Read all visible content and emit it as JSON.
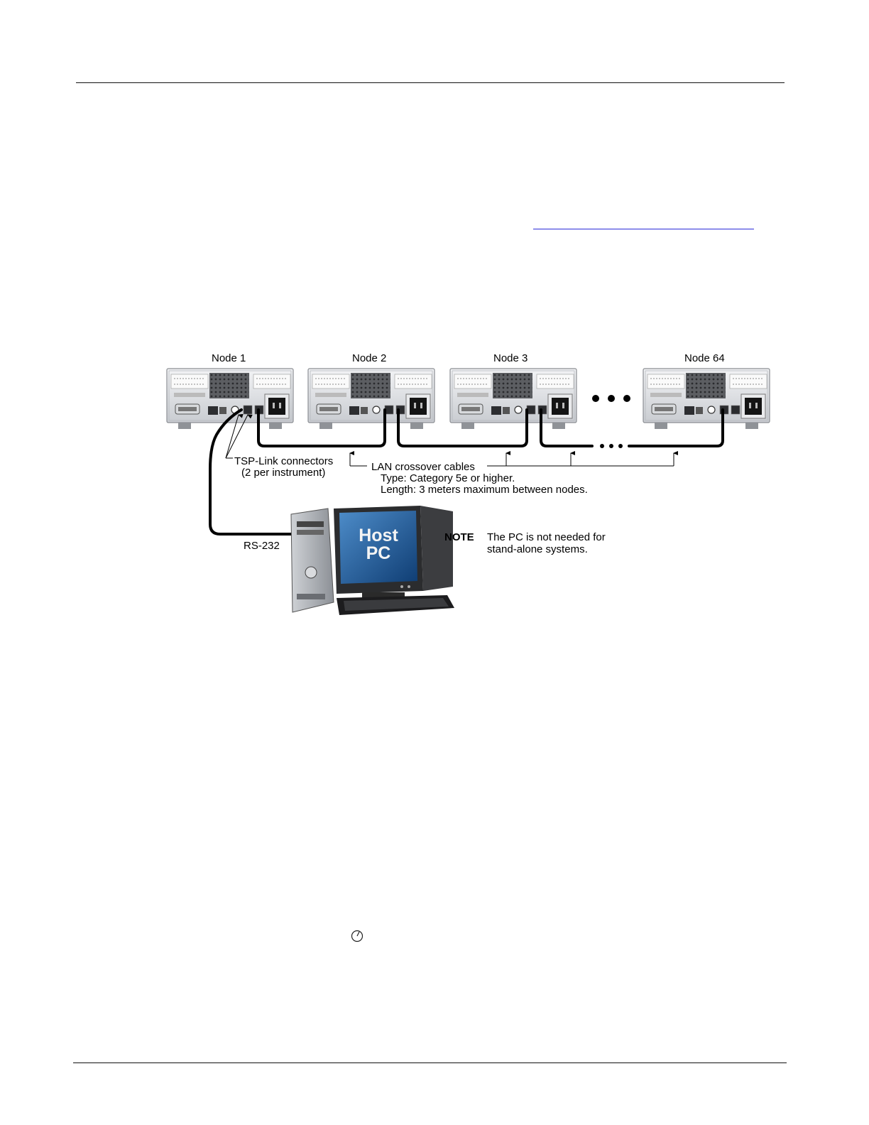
{
  "nodes": [
    {
      "label": "Node 1"
    },
    {
      "label": "Node 2"
    },
    {
      "label": "Node 3"
    },
    {
      "label": "Node 64"
    }
  ],
  "annotations": {
    "tsp_link_line1": "TSP-Link connectors",
    "tsp_link_line2": "(2 per instrument)",
    "lan_title": "LAN crossover cables",
    "lan_type": "Type: Category 5e or higher.",
    "lan_length": "Length: 3 meters maximum between nodes.",
    "rs232": "RS-232"
  },
  "host_pc": {
    "line1": "Host",
    "line2": "PC"
  },
  "note": {
    "label": "NOTE",
    "line1": "The PC is not needed for",
    "line2": "stand-alone systems."
  },
  "colors": {
    "cable": "#000000",
    "instrument_body": "#e3e5e8",
    "monitor_screen": "#1f62a3",
    "link_underline": "#2a2ad8"
  }
}
